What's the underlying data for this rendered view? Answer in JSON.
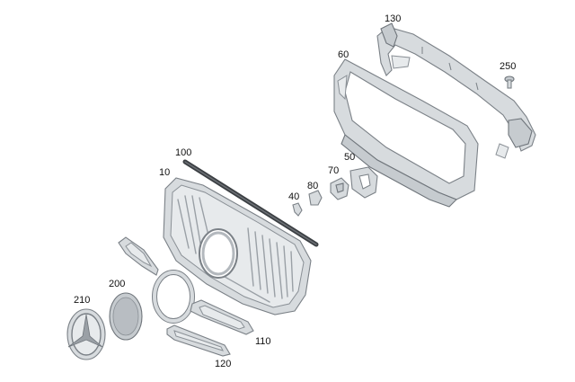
{
  "parts": [
    {
      "id": "10",
      "label": "10"
    },
    {
      "id": "40",
      "label": "40"
    },
    {
      "id": "50",
      "label": "50"
    },
    {
      "id": "60",
      "label": "60"
    },
    {
      "id": "70",
      "label": "70"
    },
    {
      "id": "80",
      "label": "80"
    },
    {
      "id": "100",
      "label": "100"
    },
    {
      "id": "110",
      "label": "110"
    },
    {
      "id": "120",
      "label": "120"
    },
    {
      "id": "130",
      "label": "130"
    },
    {
      "id": "200",
      "label": "200"
    },
    {
      "id": "210",
      "label": "210"
    },
    {
      "id": "250",
      "label": "250"
    }
  ]
}
